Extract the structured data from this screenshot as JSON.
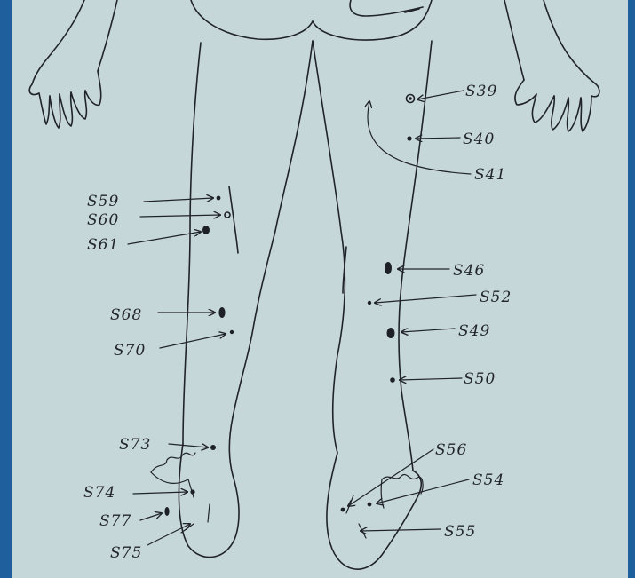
{
  "image": {
    "paper_color": "#c6d7d9",
    "border_color": "#1f5f9e",
    "ink_color": "#20242a"
  },
  "labels": {
    "s39": "S39",
    "s40": "S40",
    "s41": "S41",
    "s46": "S46",
    "s52": "S52",
    "s49": "S49",
    "s50": "S50",
    "s56": "S56",
    "s54": "S54",
    "s55": "S55",
    "s59": "S59",
    "s60": "S60",
    "s61": "S61",
    "s68": "S68",
    "s70": "S70",
    "s73": "S73",
    "s74": "S74",
    "s77": "S77",
    "s75": "S75"
  }
}
